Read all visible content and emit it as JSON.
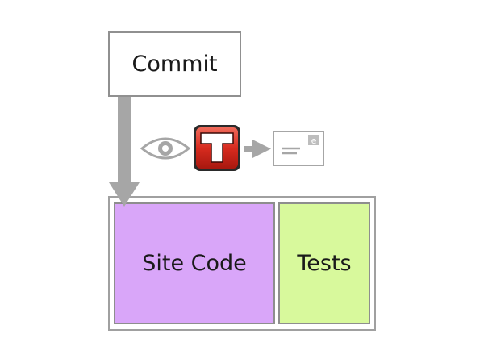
{
  "diagram": {
    "commit": {
      "label": "Commit"
    },
    "site_code": {
      "label": "Site Code",
      "fill": "#d9a6f9"
    },
    "tests": {
      "label": "Tests",
      "fill": "#d8f99c"
    },
    "travis_logo": {
      "letter": "T",
      "color": "#d72b1f"
    },
    "email": {
      "badge": "e"
    },
    "icons": [
      "eye-icon",
      "travis-ci-logo",
      "arrow-right-icon",
      "email-icon"
    ],
    "colors": {
      "arrow": "#a6a6a6",
      "border": "#909090"
    }
  }
}
